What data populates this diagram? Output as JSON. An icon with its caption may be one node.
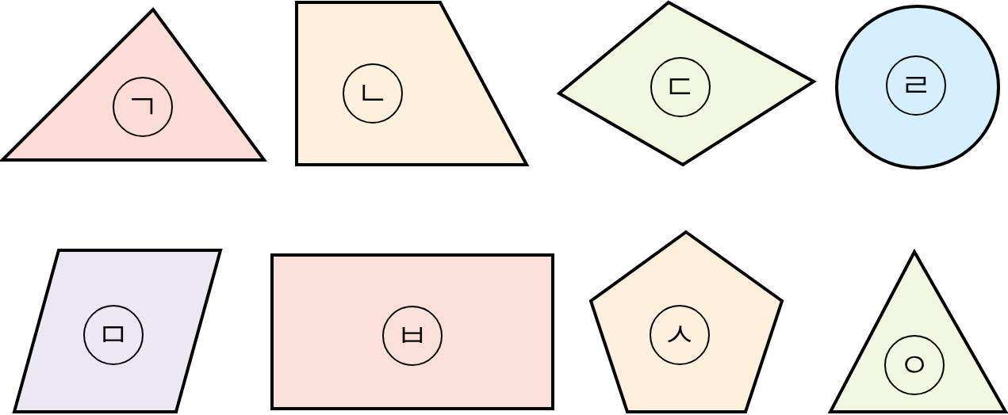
{
  "diagram": {
    "nodes": [
      {
        "text": [
          "ㄱ"
        ]
      },
      {
        "text": [
          "ㄴ"
        ]
      },
      {
        "text": [
          "ㄷ"
        ]
      },
      {
        "text": [
          "ㄹ"
        ]
      },
      {
        "text": [
          "ㅁ"
        ]
      },
      {
        "text": [
          "ㅂ"
        ]
      },
      {
        "text": [
          "ㅅ"
        ]
      },
      {
        "text": [
          "ㅇ"
        ]
      }
    ]
  }
}
